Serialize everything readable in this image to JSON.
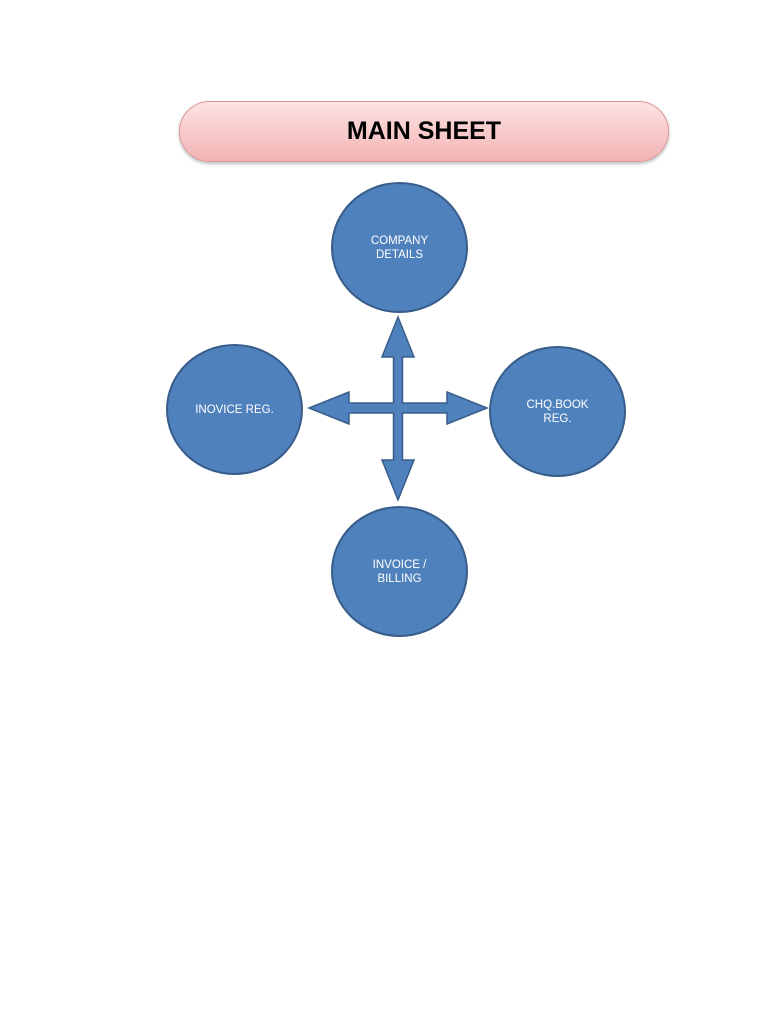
{
  "title": "MAIN SHEET",
  "nodes": {
    "top": "COMPANY\nDETAILS",
    "right": "CHQ.BOOK\nREG.",
    "left": "INOVICE REG.",
    "bottom": "INVOICE /\nBILLING"
  },
  "colors": {
    "node_fill": "#4f81bd",
    "node_border": "#385d8a",
    "banner_fill": "#f8c9c9",
    "banner_border": "#d99a9a"
  }
}
